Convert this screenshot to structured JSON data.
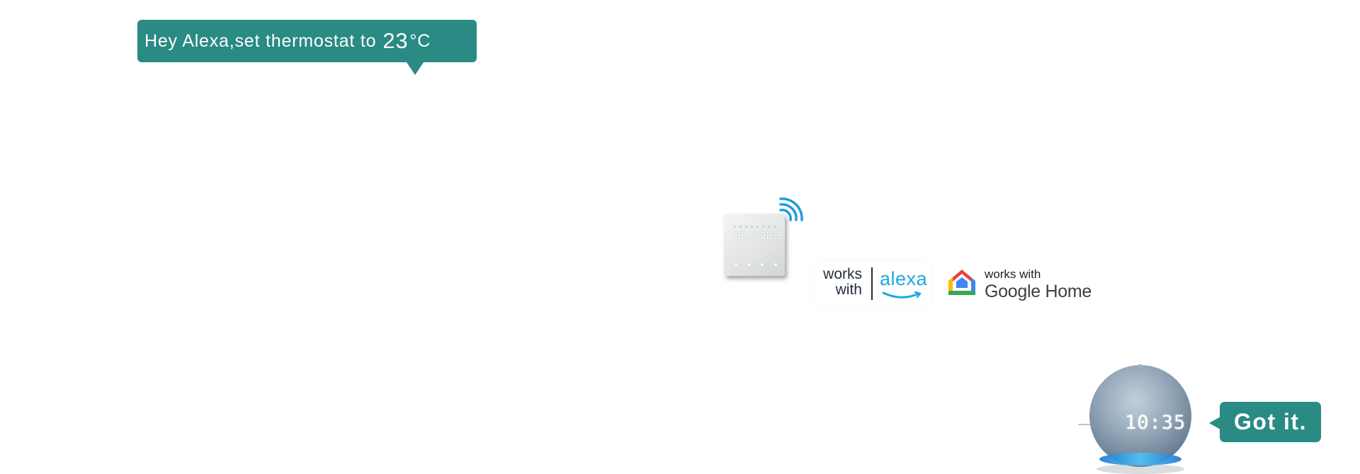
{
  "speech_top": {
    "text": "Hey Alexa,set thermostat to",
    "temperature": "23",
    "unit": "°C",
    "color": "#2a8a84"
  },
  "thermostat": {
    "current_temp": "26.6",
    "set_temp": "28.5",
    "wifi_icon": "wifi-signal-icon",
    "led_colors": [
      "#4bd26a",
      "#ff6b8a"
    ]
  },
  "badges": {
    "alexa": {
      "works_with": "works with",
      "brand": "alexa",
      "brand_color": "#1fa8e0"
    },
    "google": {
      "line1": "works with",
      "line2": "Google Home",
      "logo": "google-home-icon"
    }
  },
  "echo": {
    "clock": "10:35",
    "ring_color": "#29b6f6"
  },
  "speech_bottom": {
    "text": "Got it.",
    "color": "#2a8a84"
  }
}
